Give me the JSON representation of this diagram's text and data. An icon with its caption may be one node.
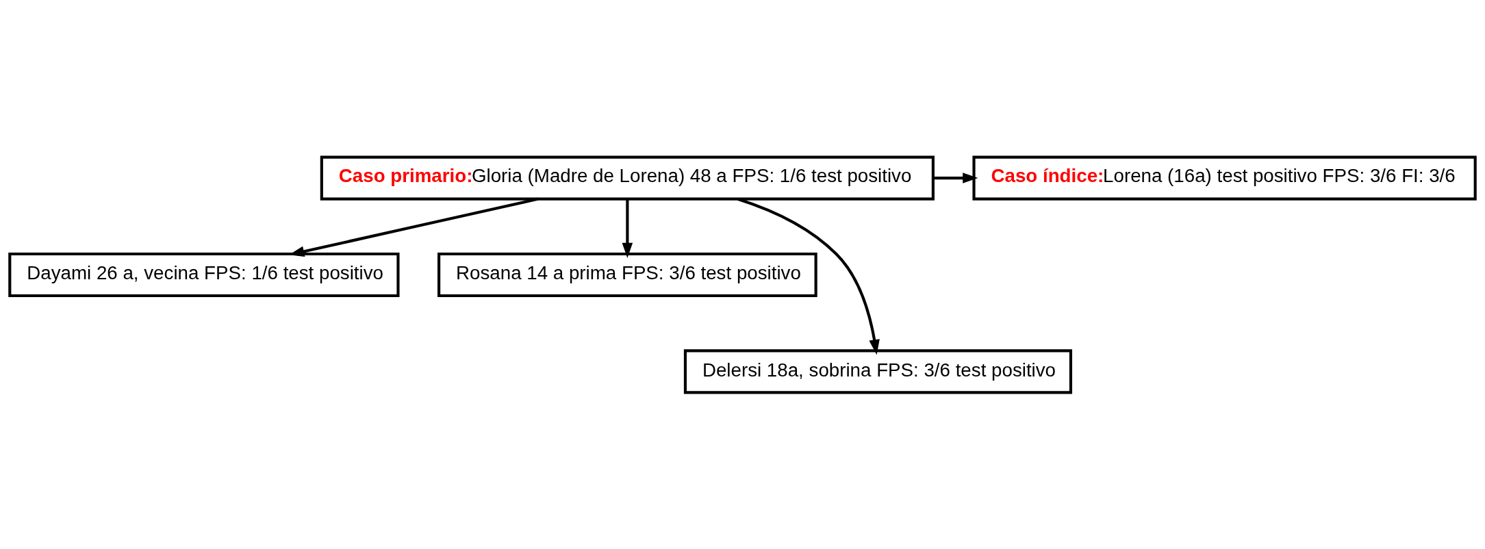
{
  "diagram": {
    "nodes": [
      {
        "text": [
          "Caso índice:",
          "Lorena (16a) test positivo FPS: 3/6 FI: 3/6"
        ]
      },
      {
        "text": [
          "Caso primario:",
          "Gloria (Madre de Lorena) 48 a FPS: 1/6 test positivo"
        ]
      },
      {
        "text": [
          "Dayami 26 a, vecina FPS: 1/6 test positivo"
        ]
      },
      {
        "text": [
          "Rosana 14 a prima FPS: 3/6 test positivo"
        ]
      },
      {
        "text": [
          "Delersi 18a, sobrina FPS: 3/6 test positivo"
        ]
      }
    ],
    "edges": [
      {
        "from": 1,
        "to": 0,
        "arrow": "to"
      },
      {
        "from": 1,
        "to": 2,
        "arrow": "to"
      },
      {
        "from": 1,
        "to": 4,
        "arrow": "to"
      },
      {
        "from": 1,
        "to": 3,
        "arrow": "to"
      }
    ]
  }
}
